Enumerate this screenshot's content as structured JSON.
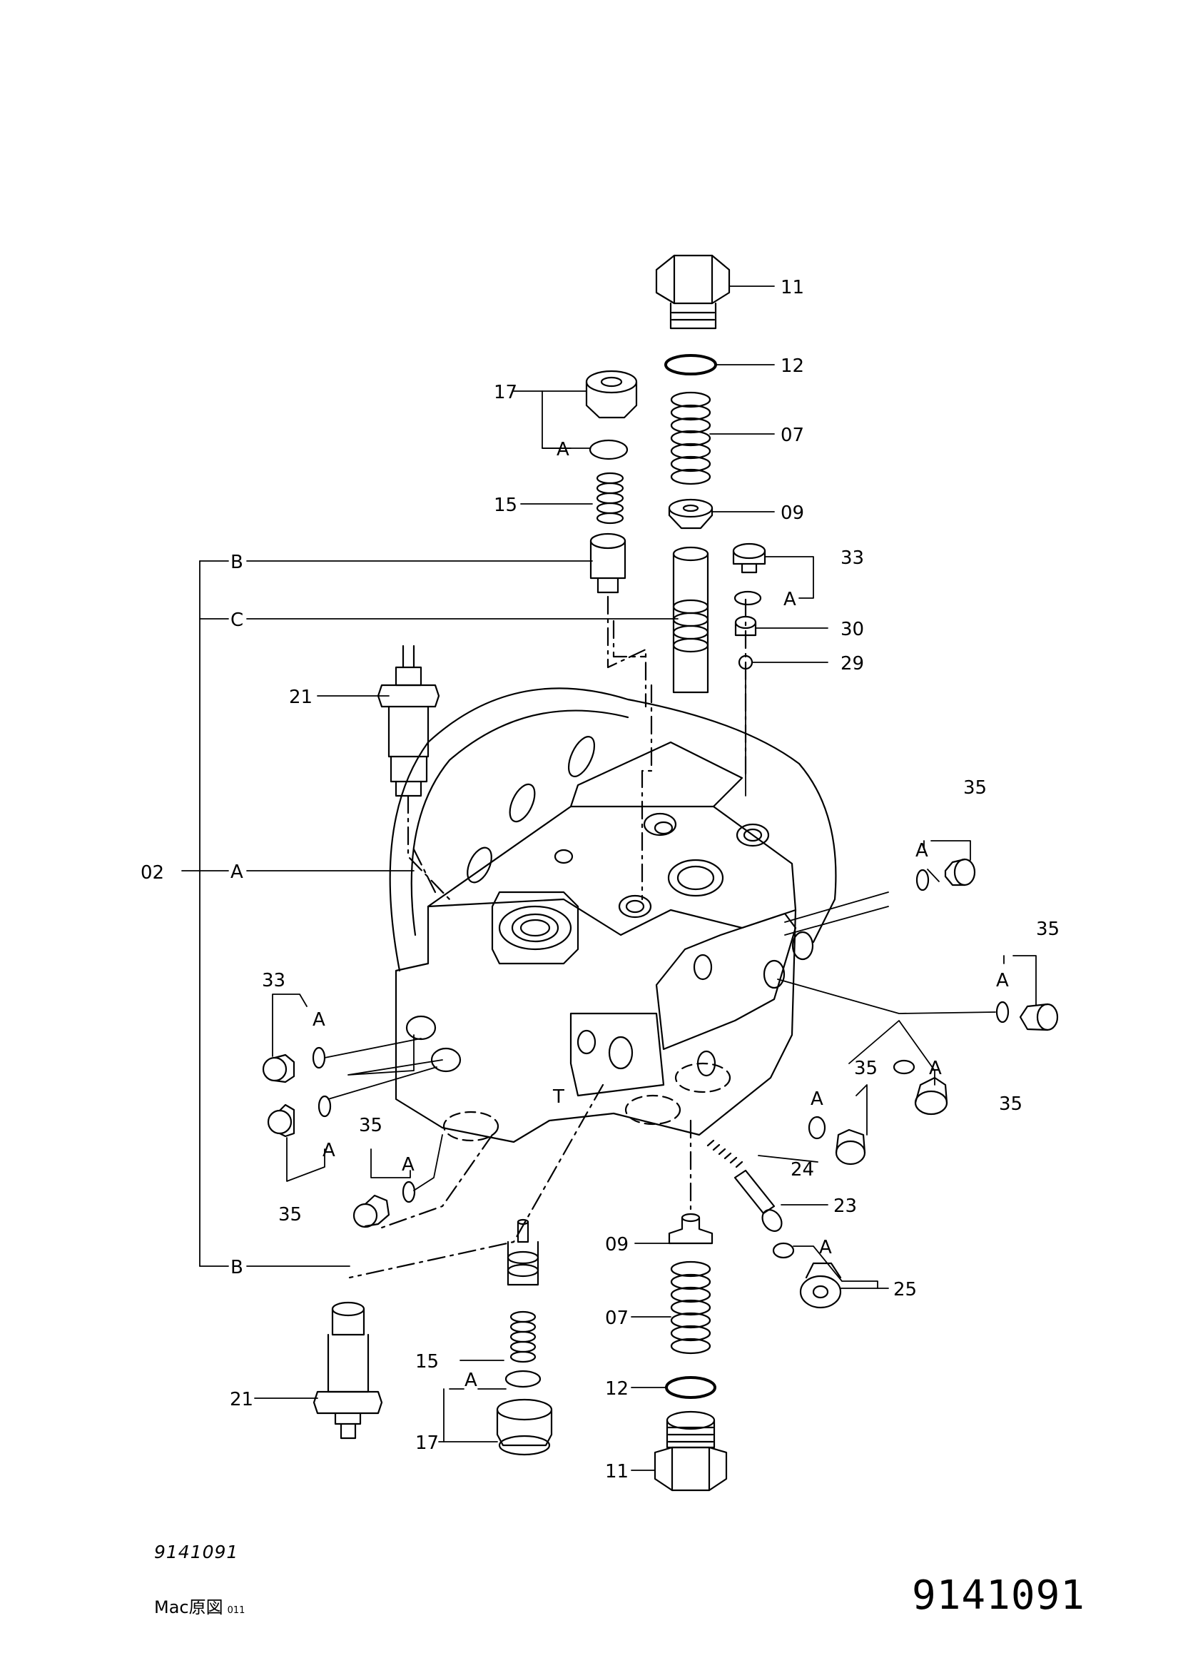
{
  "drawing": {
    "callouts": {
      "c11a": "11",
      "c12a": "12",
      "c07a": "07",
      "c09a": "09",
      "c17a": "17",
      "c15a": "15",
      "c33a": "33",
      "c30": "30",
      "c29": "29",
      "c21a": "21",
      "c35a": "35",
      "c35b": "35",
      "c02": "02",
      "c33b": "33",
      "c35c": "35",
      "c35d": "35",
      "c35e": "35",
      "c35f": "35",
      "c24": "24",
      "c23": "23",
      "c09b": "09",
      "c25": "25",
      "c07b": "07",
      "c15b": "15",
      "c21b": "21",
      "c12b": "12",
      "c17b": "17",
      "c11b": "11"
    },
    "refs": {
      "rB1": "B",
      "rC": "C",
      "rA02": "A",
      "rB2": "B",
      "rA17": "A",
      "rA33": "A",
      "rA35a": "A",
      "rA35b": "A",
      "rA35c": "A",
      "rA33b": "A",
      "rA35d": "A",
      "rA35e": "A",
      "rA35f": "A",
      "rA25": "A",
      "rA17b": "A",
      "rT": "T"
    }
  },
  "footer": {
    "code_small": "9141091",
    "mac_label": "Mac原図",
    "mac_suffix": "011",
    "code_large": "9141091"
  }
}
